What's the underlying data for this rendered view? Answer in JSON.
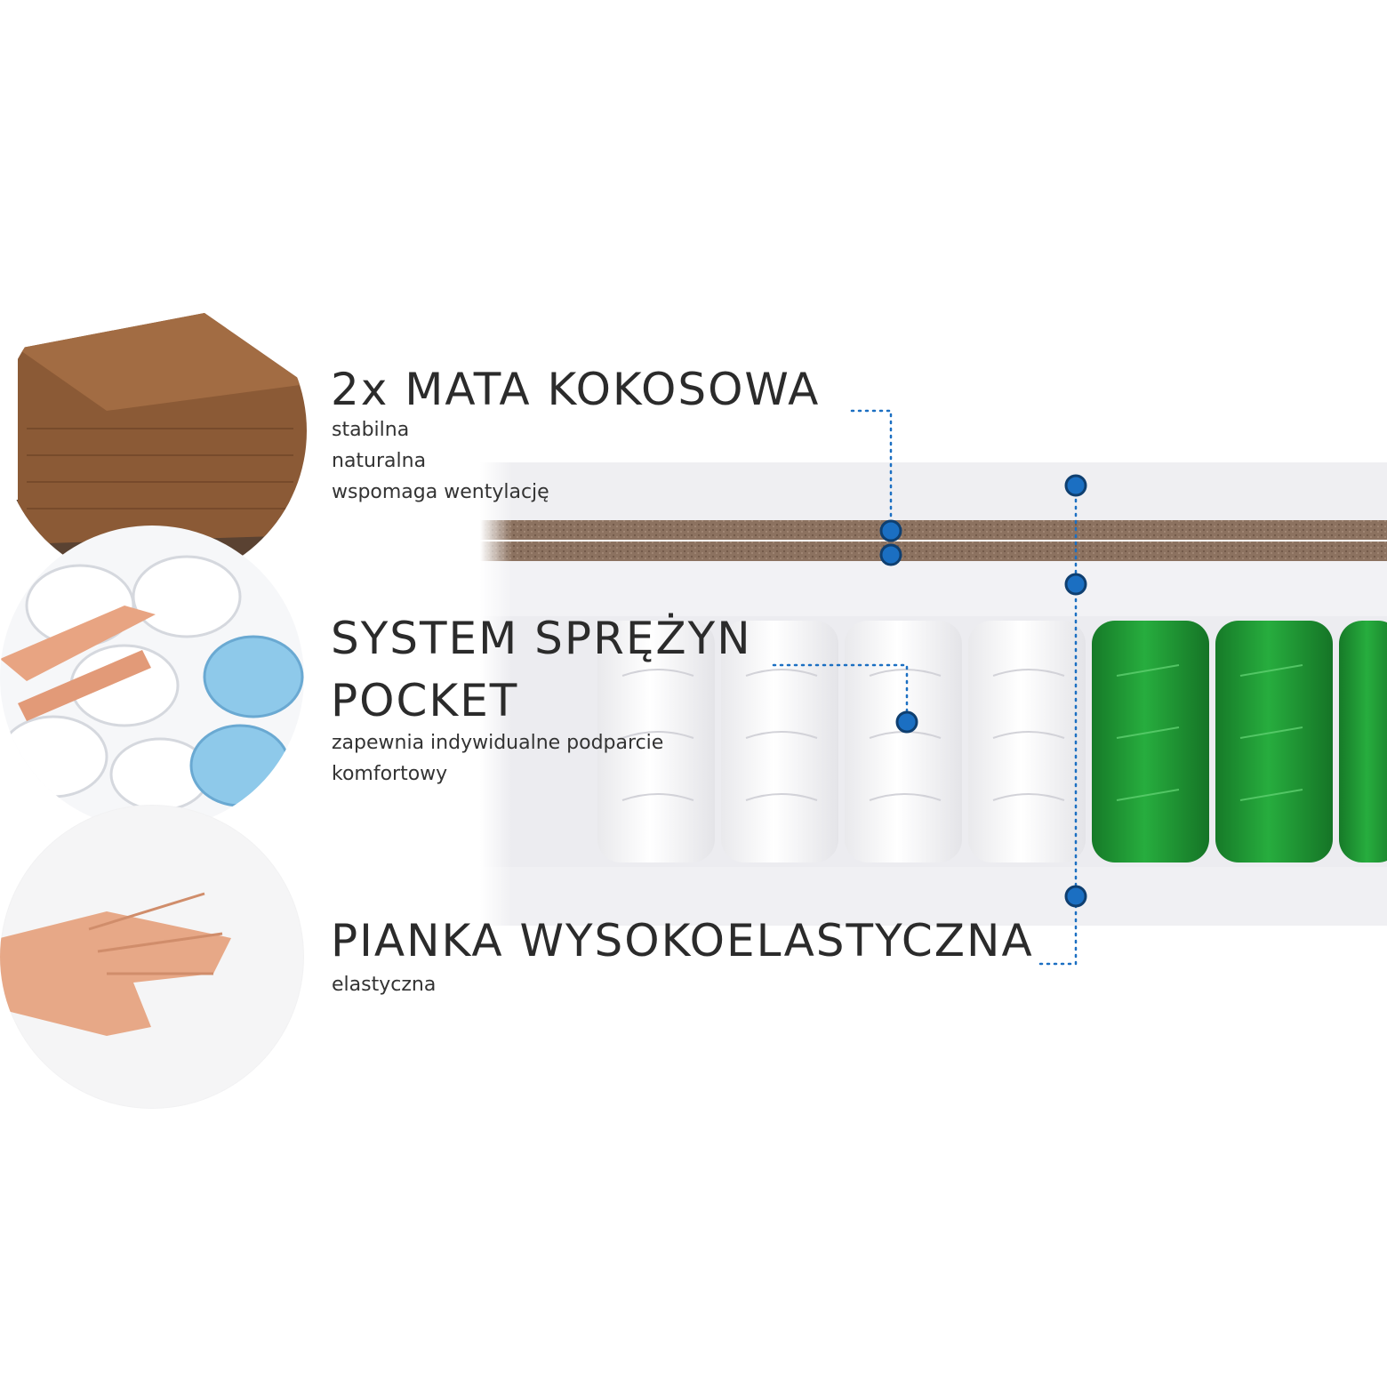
{
  "layers": [
    {
      "title": "2x MATA KOKOSOWA",
      "features": [
        "stabilna",
        "naturalna",
        "wspomaga wentylację"
      ],
      "image_icon": "coconut-mat-photo"
    },
    {
      "title_line1": "SYSTEM SPRĘŻYN",
      "title_line2": "POCKET",
      "features": [
        "zapewnia indywidualne podparcie",
        "komfortowy"
      ],
      "image_icon": "pocket-springs-photo"
    },
    {
      "title": "PIANKA WYSOKOELASTYCZNA",
      "features": [
        "elastyczna"
      ],
      "image_icon": "foam-hand-photo"
    }
  ],
  "colors": {
    "marker_blue": "#1b6fc2",
    "coir_brown": "#8a6a52",
    "spring_green": "#1f9a34",
    "foam_white": "#f4f4f6"
  }
}
